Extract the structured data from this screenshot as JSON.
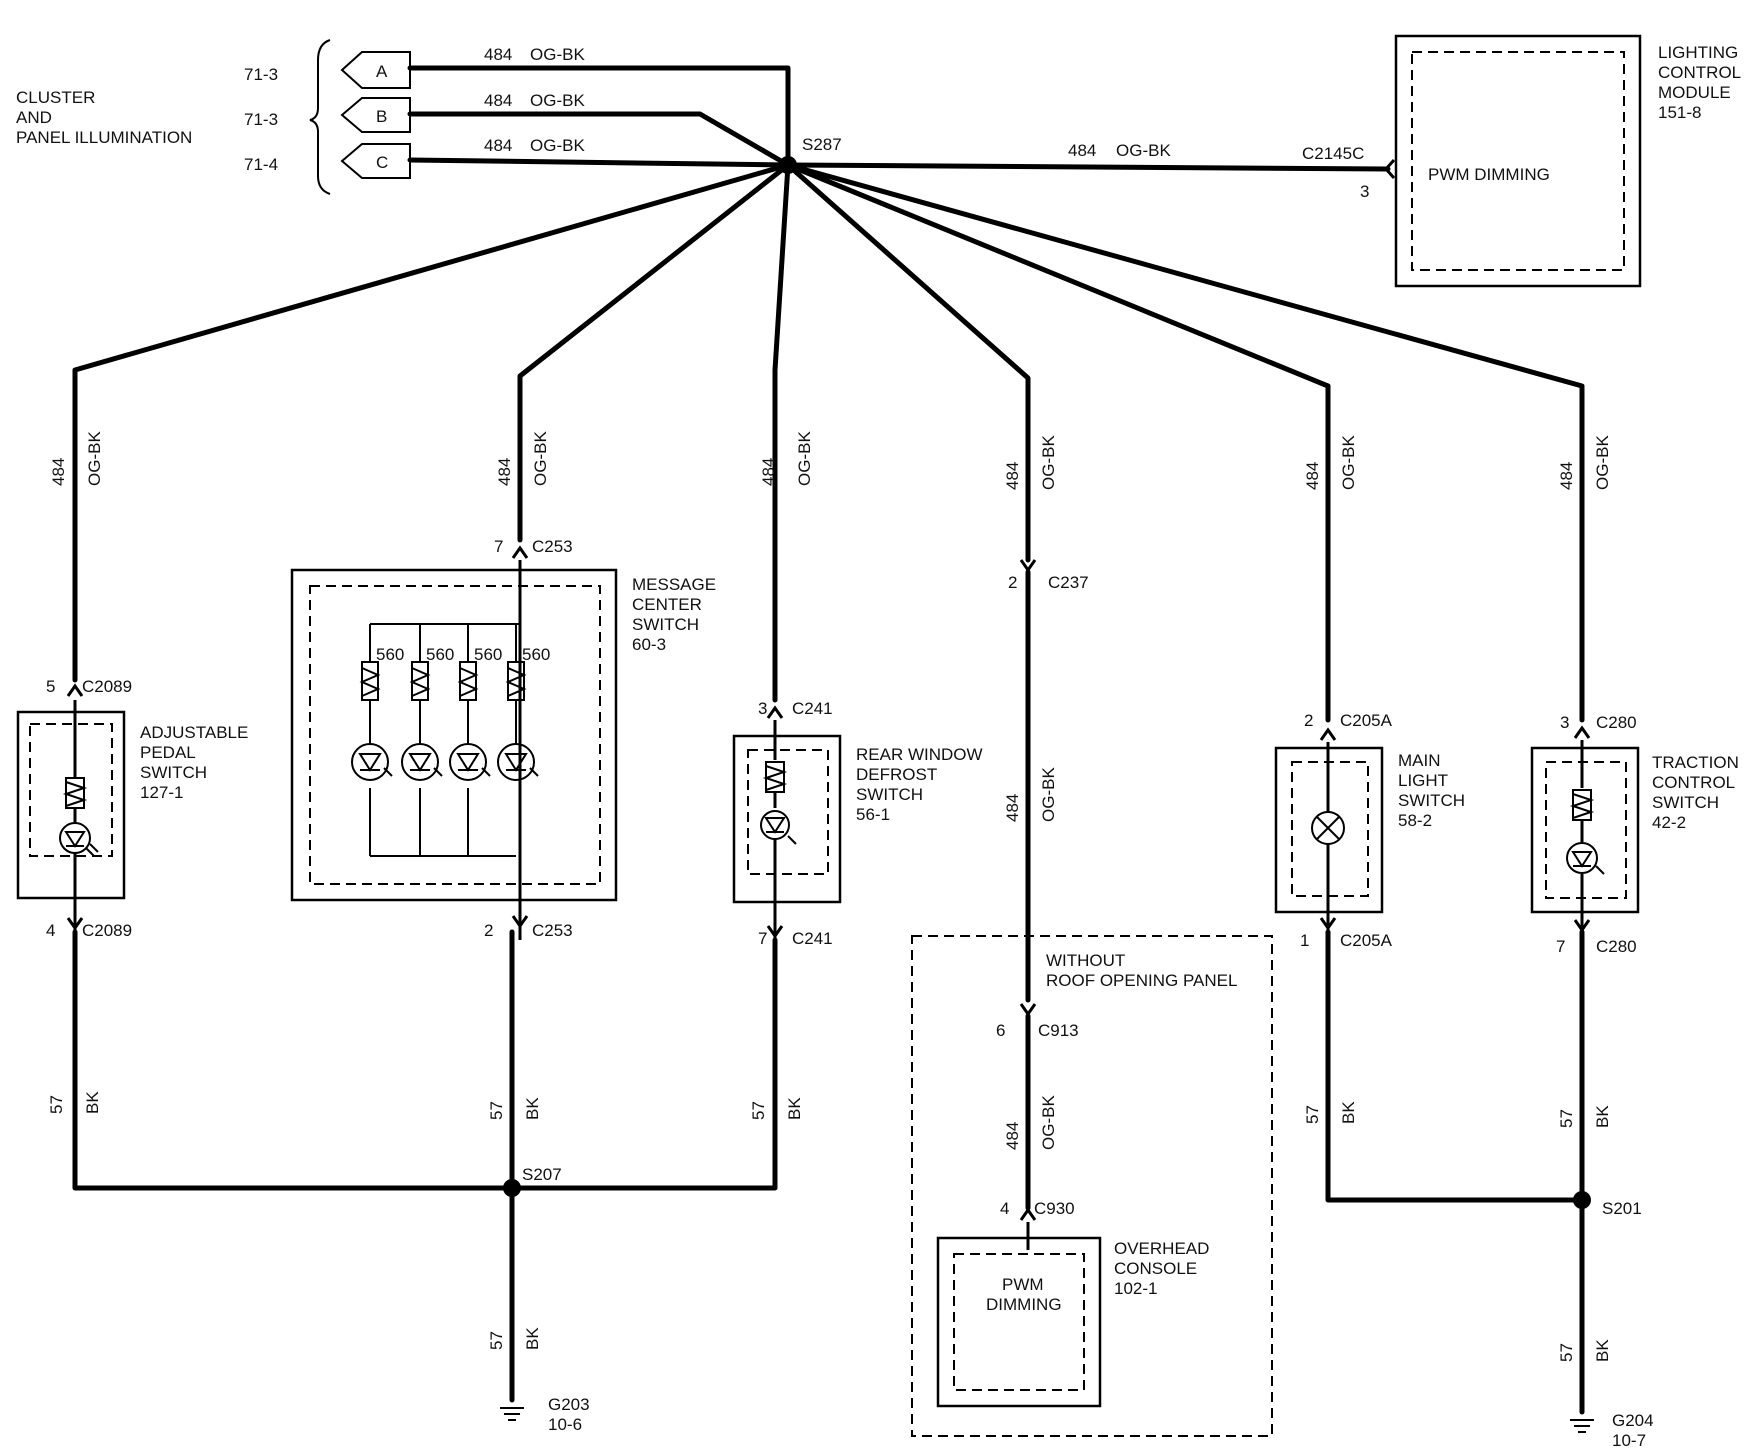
{
  "header": {
    "cluster_lines": [
      "CLUSTER",
      "AND",
      "PANEL ILLUMINATION"
    ]
  },
  "cluster_connectors": [
    {
      "page_ref": "71-3",
      "letter": "A",
      "circuit": "484",
      "color": "OG-BK"
    },
    {
      "page_ref": "71-3",
      "letter": "B",
      "circuit": "484",
      "color": "OG-BK"
    },
    {
      "page_ref": "71-4",
      "letter": "C",
      "circuit": "484",
      "color": "OG-BK"
    }
  ],
  "splice_main": "S287",
  "lighting_module": {
    "lines": [
      "LIGHTING",
      "CONTROL",
      "MODULE",
      "151-8"
    ],
    "function": "PWM DIMMING",
    "connector": "C2145C",
    "pin": "3",
    "circuit": "484",
    "color": "OG-BK"
  },
  "branches": [
    {
      "circuit": "484",
      "color": "OG-BK",
      "top_pin": "5",
      "top_connector": "C2089",
      "bottom_pin": "4",
      "bottom_connector": "C2089",
      "name_lines": [
        "ADJUSTABLE",
        "PEDAL",
        "SWITCH",
        "127-1"
      ],
      "gnd_circuit": "57",
      "gnd_color": "BK"
    },
    {
      "circuit": "484",
      "color": "OG-BK",
      "top_pin": "7",
      "top_connector": "C253",
      "bottom_pin": "2",
      "bottom_connector": "C253",
      "name_lines": [
        "MESSAGE",
        "CENTER",
        "SWITCH",
        "60-3"
      ],
      "gnd_circuit": "57",
      "gnd_color": "BK",
      "resistors": [
        "560",
        "560",
        "560",
        "560"
      ]
    },
    {
      "circuit": "484",
      "color": "OG-BK",
      "top_pin": "3",
      "top_connector": "C241",
      "bottom_pin": "7",
      "bottom_connector": "C241",
      "name_lines": [
        "REAR WINDOW",
        "DEFROST",
        "SWITCH",
        "56-1"
      ],
      "gnd_circuit": "57",
      "gnd_color": "BK"
    },
    {
      "circuit": "484",
      "color": "OG-BK",
      "top_pin": "2",
      "top_connector": "C237",
      "mid_circuit": "484",
      "mid_color": "OG-BK"
    },
    {
      "circuit": "484",
      "color": "OG-BK",
      "top_pin": "2",
      "top_connector": "C205A",
      "bottom_pin": "1",
      "bottom_connector": "C205A",
      "name_lines": [
        "MAIN",
        "LIGHT",
        "SWITCH",
        "58-2"
      ],
      "gnd_circuit": "57",
      "gnd_color": "BK"
    },
    {
      "circuit": "484",
      "color": "OG-BK",
      "top_pin": "3",
      "top_connector": "C280",
      "bottom_pin": "7",
      "bottom_connector": "C280",
      "name_lines": [
        "TRACTION",
        "CONTROL",
        "SWITCH",
        "42-2"
      ],
      "gnd_circuit": "57",
      "gnd_color": "BK"
    }
  ],
  "roof_option": {
    "lines": [
      "WITHOUT",
      "ROOF OPENING PANEL"
    ],
    "conn1_pin": "6",
    "conn1": "C913",
    "circuit": "484",
    "color": "OG-BK",
    "conn2_pin": "4",
    "conn2": "C930",
    "console_lines": [
      "OVERHEAD",
      "CONSOLE",
      "102-1"
    ],
    "function_lines": [
      "PWM",
      "DIMMING"
    ]
  },
  "splice_left": "S207",
  "splice_right": "S201",
  "ground_left": {
    "circuit": "57",
    "color": "BK",
    "name": "G203",
    "ref": "10-6"
  },
  "ground_right": {
    "circuit": "57",
    "color": "BK",
    "name": "G204",
    "ref": "10-7"
  }
}
